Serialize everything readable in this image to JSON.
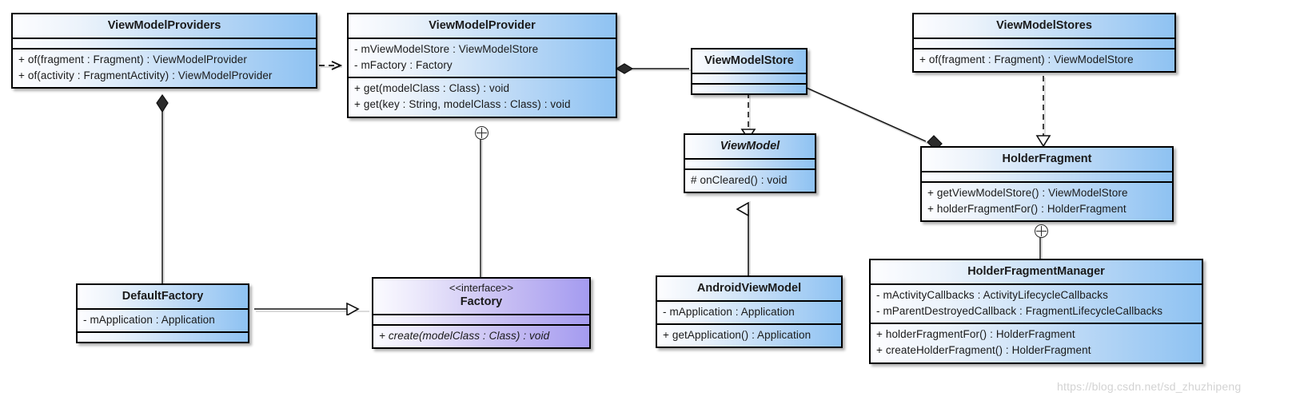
{
  "diagram": {
    "kind": "uml-class-diagram",
    "watermark": "https://blog.csdn.net/sd_zhuzhipeng",
    "colors": {
      "class_fill_light": "#fdfdff",
      "class_fill_dark": "#8ec2f2",
      "interface_fill_light": "#fbfbff",
      "interface_fill_dark": "#a49bf0",
      "border": "#000000",
      "text": "#1a1a1a",
      "watermark": "#d3d3d3"
    }
  },
  "classes": {
    "view_model_providers": {
      "name": "ViewModelProviders",
      "attributes": [],
      "methods": [
        "+ of(fragment : Fragment) : ViewModelProvider",
        "+ of(activity : FragmentActivity) : ViewModelProvider"
      ]
    },
    "view_model_provider": {
      "name": "ViewModelProvider",
      "attributes": [
        "- mViewModelStore : ViewModelStore",
        "- mFactory : Factory"
      ],
      "methods": [
        "+ get(modelClass : Class) : void",
        "+ get(key : String, modelClass : Class) : void"
      ]
    },
    "view_model_store": {
      "name": "ViewModelStore",
      "attributes": [],
      "methods": []
    },
    "view_model_stores": {
      "name": "ViewModelStores",
      "attributes": [],
      "methods": [
        "+ of(fragment : Fragment) : ViewModelStore"
      ]
    },
    "view_model": {
      "name": "ViewModel",
      "abstract": true,
      "attributes": [],
      "methods": [
        "# onCleared() : void"
      ]
    },
    "holder_fragment": {
      "name": "HolderFragment",
      "attributes": [],
      "methods": [
        "+ getViewModelStore() : ViewModelStore",
        "+ holderFragmentFor() : HolderFragment"
      ]
    },
    "holder_fragment_manager": {
      "name": "HolderFragmentManager",
      "attributes": [
        "- mActivityCallbacks : ActivityLifecycleCallbacks",
        "- mParentDestroyedCallback : FragmentLifecycleCallbacks"
      ],
      "methods": [
        "+ holderFragmentFor() : HolderFragment",
        "+ createHolderFragment() : HolderFragment"
      ]
    },
    "default_factory": {
      "name": "DefaultFactory",
      "attributes": [
        "- mApplication : Application"
      ],
      "methods": []
    },
    "factory": {
      "name": "Factory",
      "stereotype": "<<interface>>",
      "attributes": [],
      "methods": [
        "+ create(modelClass : Class) : void"
      ]
    },
    "android_view_model": {
      "name": "AndroidViewModel",
      "attributes": [
        "- mApplication : Application"
      ],
      "methods": [
        "+ getApplication() : Application"
      ]
    }
  },
  "relations": [
    {
      "id": "dep-providers-provider",
      "type": "dependency",
      "from": "ViewModelProviders",
      "to": "ViewModelProvider"
    },
    {
      "id": "comp-provider-store",
      "type": "composition",
      "from": "ViewModelProvider",
      "to": "ViewModelStore"
    },
    {
      "id": "dep-store-viewmodel",
      "type": "dependency",
      "from": "ViewModelStore",
      "to": "ViewModel"
    },
    {
      "id": "comp-store-holderfragment",
      "type": "composition",
      "from": "ViewModelStore",
      "to": "HolderFragment"
    },
    {
      "id": "dep-stores-holderfragment",
      "type": "dependency",
      "from": "ViewModelStores",
      "to": "HolderFragment"
    },
    {
      "id": "nested-holderfragment-manager",
      "type": "nested-class",
      "from": "HolderFragment",
      "to": "HolderFragmentManager"
    },
    {
      "id": "nested-provider-factory",
      "type": "nested-class",
      "from": "ViewModelProvider",
      "to": "Factory"
    },
    {
      "id": "comp-providers-defaultfactory",
      "type": "composition",
      "from": "ViewModelProviders",
      "to": "DefaultFactory"
    },
    {
      "id": "real-defaultfactory-factory",
      "type": "realization",
      "from": "DefaultFactory",
      "to": "Factory"
    },
    {
      "id": "gen-androidviewmodel-viewmodel",
      "type": "generalization",
      "from": "AndroidViewModel",
      "to": "ViewModel"
    }
  ]
}
